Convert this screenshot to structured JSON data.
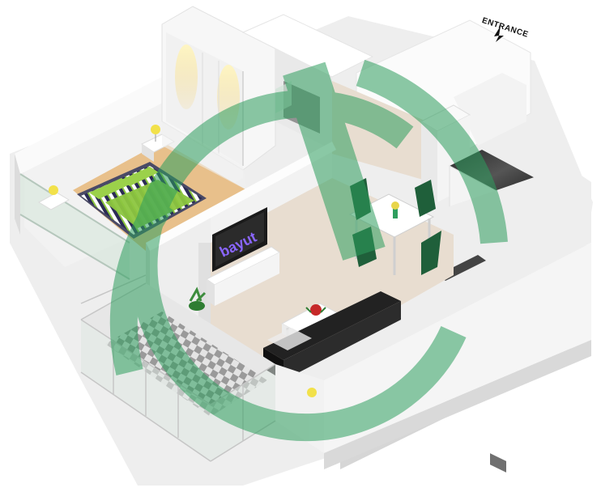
{
  "entrance": {
    "label": "ENTRANCE"
  },
  "tv": {
    "screen_text": "bayut"
  },
  "watermark": {
    "brand": "bayut",
    "color": "#2e9e5e"
  },
  "colors": {
    "wall_top": "#f4f4f4",
    "wall_side": "#dcdcdc",
    "floor_living": "#e9ddd0",
    "floor_bedroom": "#e9c48e",
    "bedding": "#8cc63f",
    "chair": "#1f5f3a",
    "sofa": "#222222",
    "tile_light": "#dcdcdc",
    "tile_dark": "#6e6e6e"
  },
  "icons": [
    "entrance-arrow-icon",
    "lamp-icon",
    "plant-icon",
    "flower-vase-icon"
  ]
}
